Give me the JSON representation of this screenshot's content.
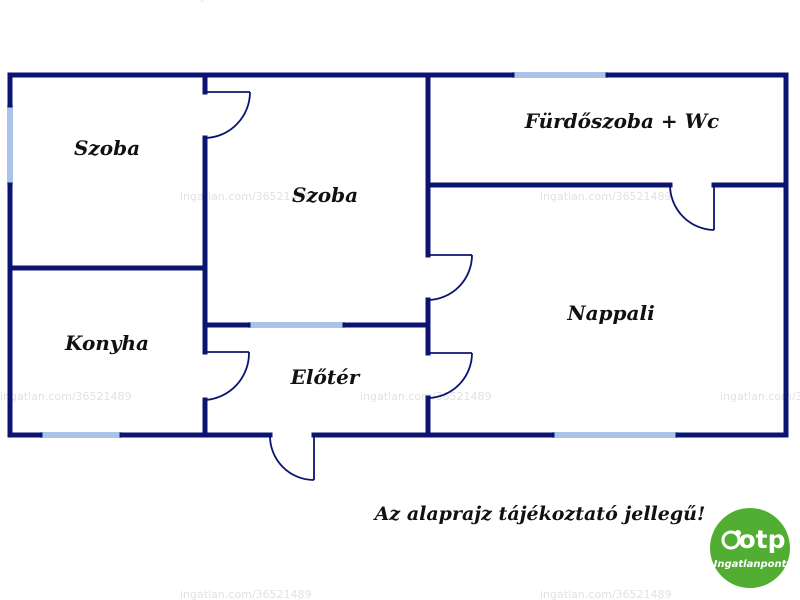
{
  "rooms": {
    "szoba_left": "Szoba",
    "szoba_center": "Szoba",
    "bathroom": "Fürdőszoba + Wc",
    "kitchen": "Konyha",
    "hall": "Előtér",
    "living": "Nappali"
  },
  "disclaimer": "Az alaprajz tájékoztató jellegű!",
  "logo": {
    "brand": "otp",
    "sub": "Ingatlanpont",
    "color": "#52ae32"
  },
  "watermark": "ingatlan.com/36521489",
  "colors": {
    "wall": "#0b1470",
    "window": "#a9c4e6"
  }
}
